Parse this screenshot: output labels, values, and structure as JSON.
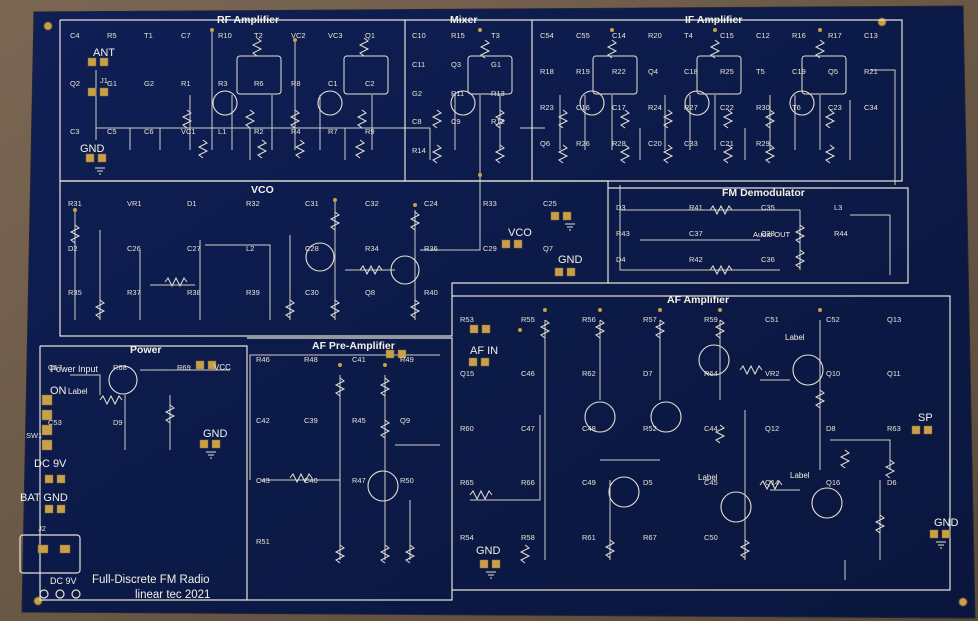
{
  "board": {
    "pcb_color": "#0d1b4a",
    "trace_color": "#e6e2d3",
    "pad_color": "#c9a04a",
    "background_color": "#6b5a47"
  },
  "sections": {
    "rf_amplifier": "RF Amplifier",
    "mixer": "Mixer",
    "if_amplifier": "IF Amplifier",
    "vco": "VCO",
    "fm_demodulator": "FM Demodulator",
    "power": "Power",
    "af_pre_amplifier": "AF Pre-Amplifier",
    "af_amplifier": "AF Amplifier"
  },
  "connectors": {
    "ant": "ANT",
    "gnd": "GND",
    "vco": "VCO",
    "af_in": "AF IN",
    "sp": "SP",
    "dc_9v": "DC 9V",
    "bat_gnd": "BAT GND",
    "dc_9v_jack": "DC 9V",
    "j1": "J1",
    "j2": "J2",
    "sw1": "SW1",
    "on": "ON"
  },
  "labels": {
    "power_input": "Power Input",
    "label": "Label",
    "vcc": "VCC",
    "audio_out": "Audio OUT"
  },
  "credit": {
    "line1": "Full-Discrete FM Radio",
    "line2": "linear tec 2021"
  },
  "refs": {
    "rf": [
      "C4",
      "R5",
      "T1",
      "C7",
      "R10",
      "T2",
      "VC2",
      "VC3",
      "Q1",
      "Q2",
      "G1",
      "G2",
      "R1",
      "R3",
      "R6",
      "R8",
      "C1",
      "C2",
      "C3",
      "C5",
      "C6",
      "VC1",
      "L1",
      "R2",
      "R4",
      "R7",
      "R9"
    ],
    "mixer": [
      "C10",
      "R15",
      "T3",
      "C11",
      "Q3",
      "G1",
      "G2",
      "R11",
      "R13",
      "C8",
      "C9",
      "R12",
      "R14"
    ],
    "if": [
      "C54",
      "C55",
      "C14",
      "R20",
      "T4",
      "C15",
      "C12",
      "R16",
      "R17",
      "C13",
      "R18",
      "R19",
      "R22",
      "Q4",
      "C18",
      "R25",
      "T5",
      "C19",
      "Q5",
      "R21",
      "R23",
      "C16",
      "C17",
      "R24",
      "R27",
      "C22",
      "R30",
      "T6",
      "C23",
      "C34",
      "Q6",
      "R26",
      "R28",
      "C20",
      "C33",
      "C21",
      "R29"
    ],
    "vco": [
      "R31",
      "VR1",
      "D1",
      "R32",
      "C31",
      "C32",
      "C24",
      "R33",
      "C25",
      "D2",
      "C26",
      "C27",
      "L2",
      "C28",
      "R34",
      "R36",
      "C29",
      "Q7",
      "R35",
      "R37",
      "R38",
      "R39",
      "C30",
      "Q8",
      "R40"
    ],
    "demod": [
      "D3",
      "R41",
      "C35",
      "L3",
      "R43",
      "C37",
      "C38",
      "R44",
      "D4",
      "R42",
      "C36"
    ],
    "power": [
      "Q17",
      "R68",
      "R69",
      "C53",
      "D9"
    ],
    "pre": [
      "R46",
      "R48",
      "C41",
      "R49",
      "C42",
      "C39",
      "R45",
      "Q9",
      "C43",
      "C40",
      "R47",
      "R50",
      "R51"
    ],
    "af": [
      "R53",
      "R55",
      "R56",
      "R57",
      "R59",
      "C51",
      "C52",
      "Q13",
      "Q15",
      "C46",
      "R62",
      "D7",
      "R64",
      "VR2",
      "Q10",
      "Q11",
      "R60",
      "C47",
      "C48",
      "R52",
      "C44",
      "Q12",
      "D8",
      "R63",
      "R65",
      "R66",
      "C49",
      "D5",
      "C45",
      "Q14",
      "Q16",
      "D6",
      "R54",
      "R58",
      "R61",
      "R67",
      "C50"
    ]
  }
}
